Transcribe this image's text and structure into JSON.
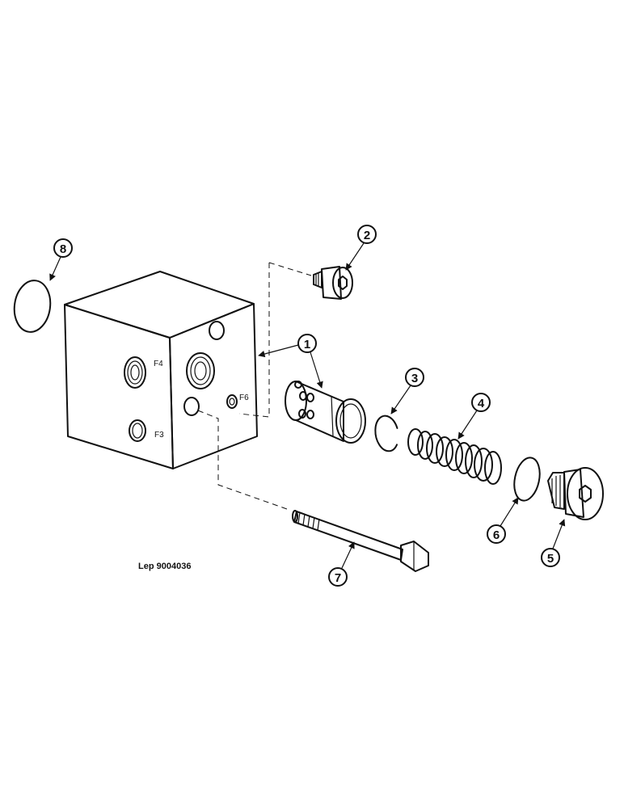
{
  "figure": {
    "reference": "Lep 9004036"
  },
  "ports": [
    {
      "id": "F4",
      "label": "F4"
    },
    {
      "id": "F3",
      "label": "F3"
    },
    {
      "id": "F6",
      "label": "F6"
    }
  ],
  "callouts": [
    {
      "number": "1",
      "part": "valve-spool"
    },
    {
      "number": "2",
      "part": "plug-screw"
    },
    {
      "number": "3",
      "part": "retaining-ring"
    },
    {
      "number": "4",
      "part": "spring"
    },
    {
      "number": "5",
      "part": "end-plug"
    },
    {
      "number": "6",
      "part": "o-ring"
    },
    {
      "number": "7",
      "part": "bolt"
    },
    {
      "number": "8",
      "part": "o-ring-large"
    }
  ]
}
